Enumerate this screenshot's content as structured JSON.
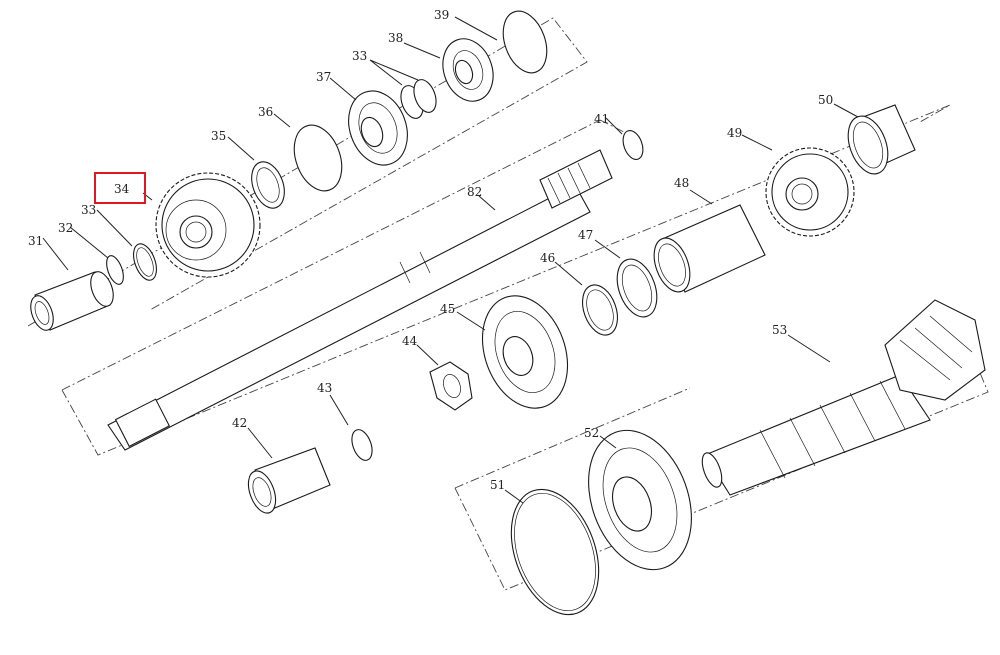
{
  "diagram": {
    "highlight": {
      "label": "34",
      "color": "#e0191f"
    },
    "labels": [
      "31",
      "32",
      "33",
      "34",
      "35",
      "36",
      "37",
      "33",
      "38",
      "39",
      "82",
      "41",
      "42",
      "43",
      "44",
      "45",
      "46",
      "47",
      "48",
      "49",
      "50",
      "51",
      "52",
      "53"
    ]
  }
}
